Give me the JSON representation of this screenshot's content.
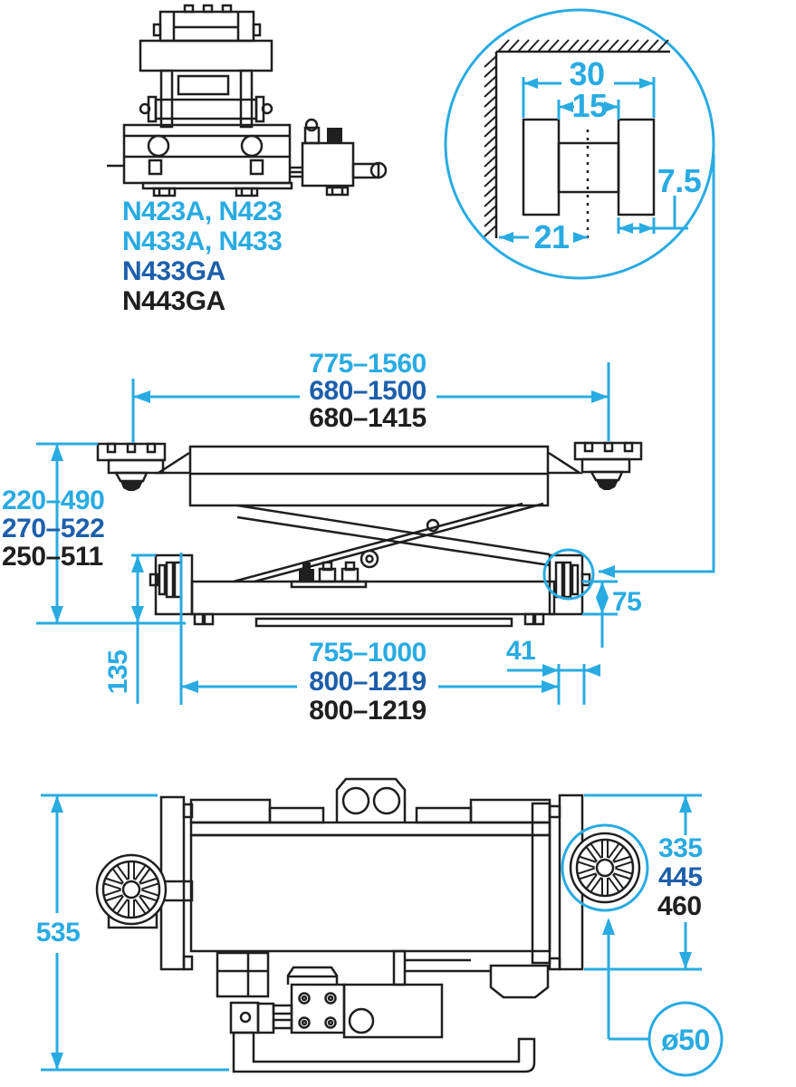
{
  "colors": {
    "accent": "#29abe2",
    "blue": "#1d5fab",
    "ink": "#1f1f1f"
  },
  "models": {
    "line1": "N423A, N423",
    "line2": "N433A, N433",
    "line3": "N433GA",
    "line4": "N443GA"
  },
  "detail": {
    "overall_width": "30",
    "inner_width": "15",
    "roller_width": "7.5",
    "wall_distance": "21"
  },
  "side": {
    "arm_span": {
      "cyan": "775–1560",
      "blue": "680–1500",
      "black": "680–1415"
    },
    "lift_height": {
      "cyan": "220–490",
      "blue": "270–522",
      "black": "250–511"
    },
    "frame_height": "135",
    "frame_length": {
      "cyan": "755–1000",
      "blue": "800–1219",
      "black": "800–1219"
    },
    "roller_offset": "41",
    "roller_height": "75"
  },
  "top": {
    "width": "535",
    "support_span": {
      "cyan": "335",
      "blue": "445",
      "black": "460"
    },
    "wheel_diameter": "ø50"
  }
}
